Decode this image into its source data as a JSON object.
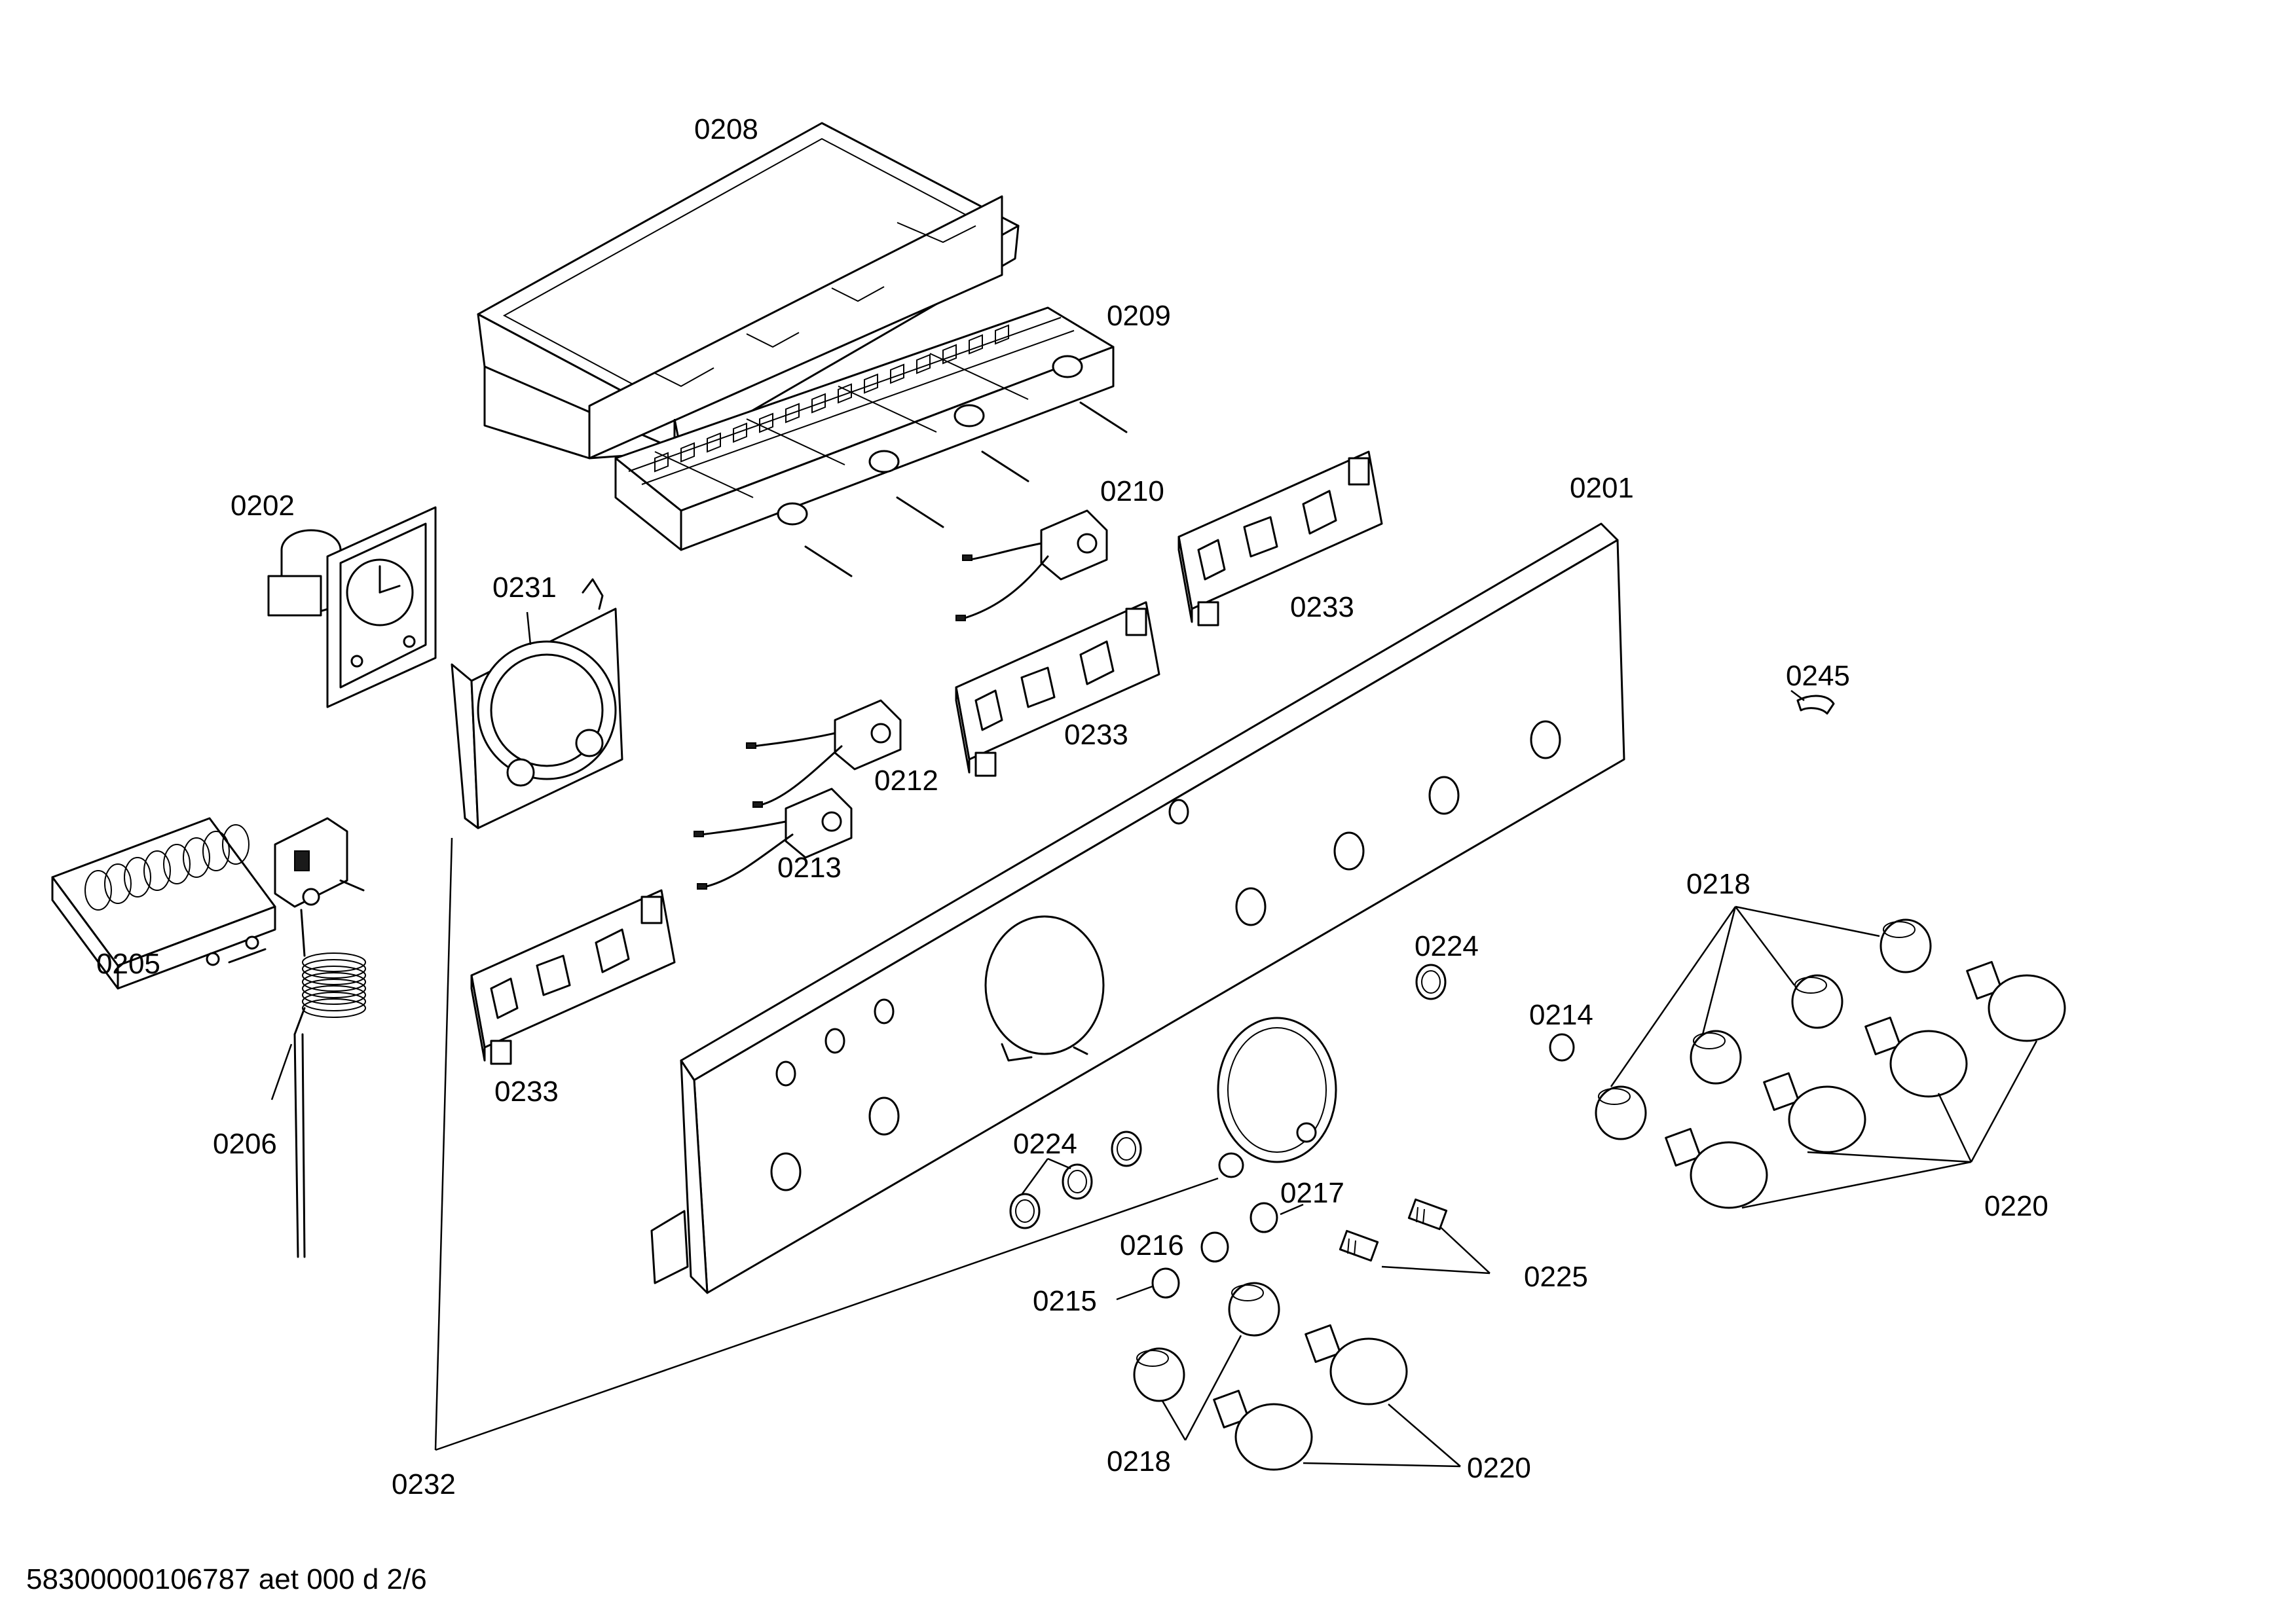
{
  "labels": {
    "p0208": "0208",
    "p0209": "0209",
    "p0210": "0210",
    "p0201": "0201",
    "p0202": "0202",
    "p0231": "0231",
    "p0233a": "0233",
    "p0233b": "0233",
    "p0233c": "0233",
    "p0245": "0245",
    "p0212": "0212",
    "p0213": "0213",
    "p0205": "0205",
    "p0218a": "0218",
    "p0218b": "0218",
    "p0224a": "0224",
    "p0224b": "0224",
    "p0214": "0214",
    "p0206": "0206",
    "p0217": "0217",
    "p0216": "0216",
    "p0215": "0215",
    "p0225": "0225",
    "p0220a": "0220",
    "p0220b": "0220",
    "p0232": "0232"
  },
  "footer": {
    "code": "58300000106787 aet 000 d 2/6"
  }
}
